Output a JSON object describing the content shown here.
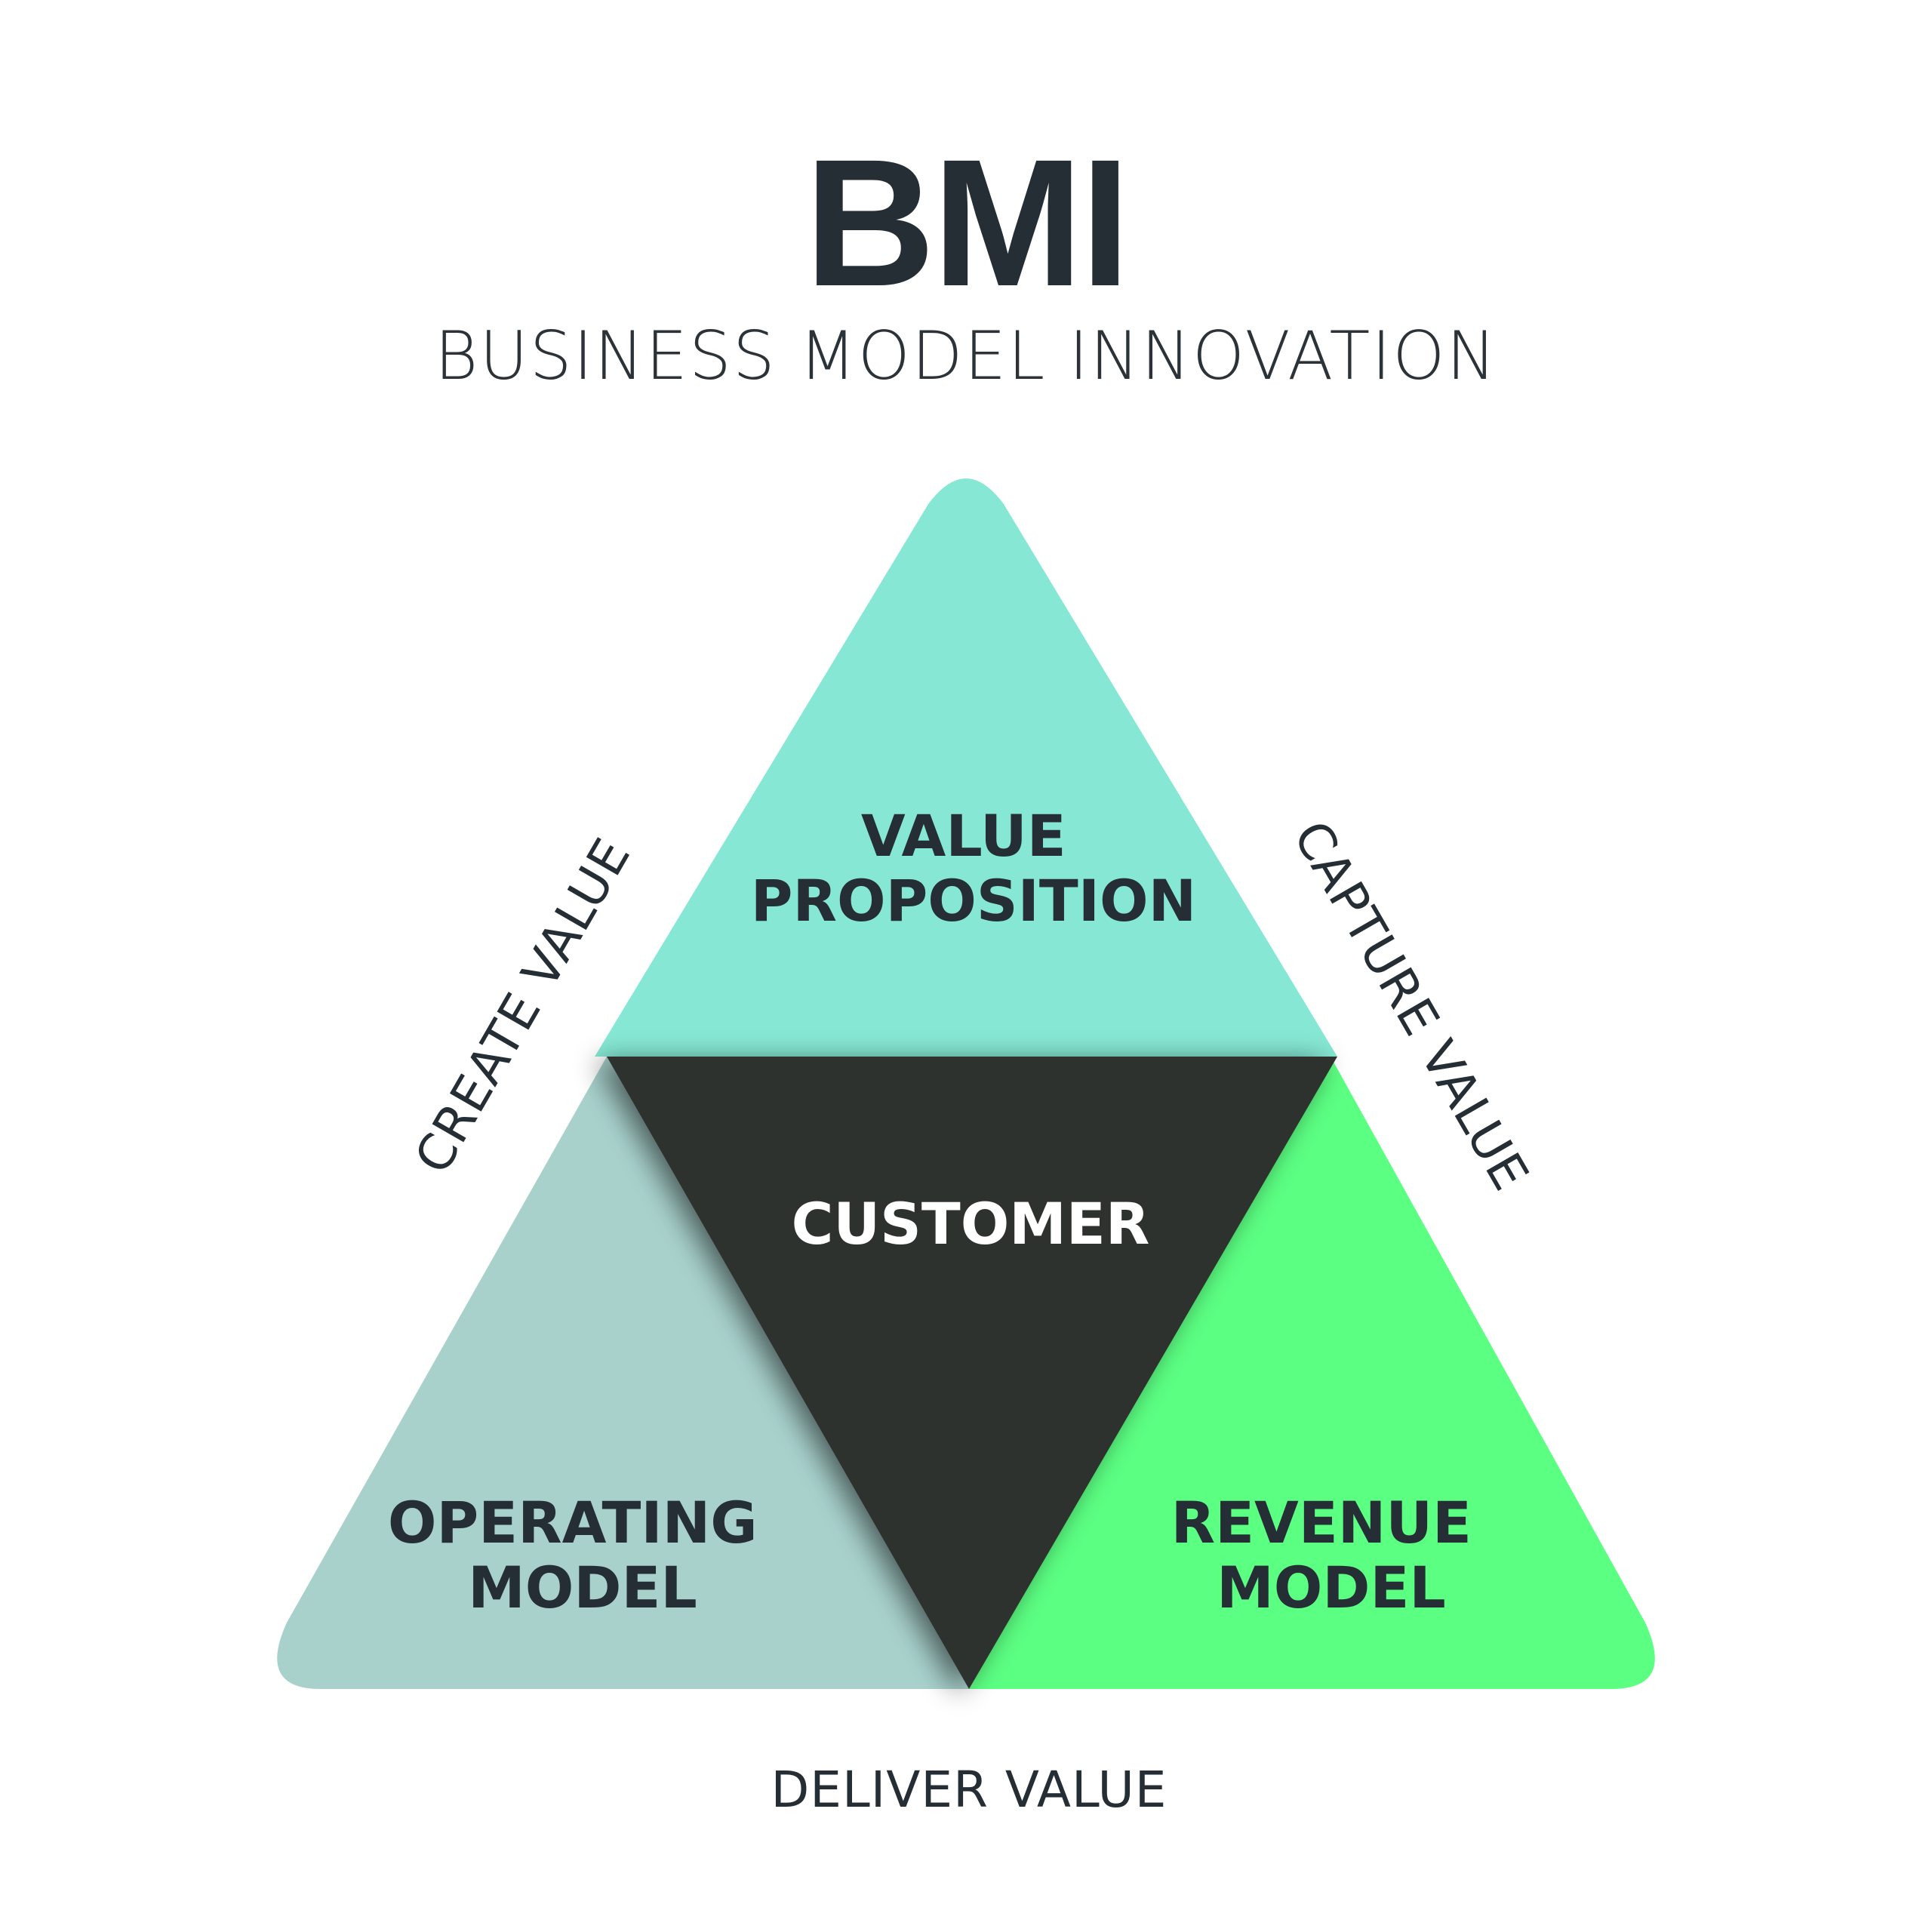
{
  "header": {
    "title": "BMI",
    "subtitle": "BUSINESS MODEL INNOVATION"
  },
  "sections": {
    "top": {
      "line1": "VALUE",
      "line2": "PROPOSITION"
    },
    "center": {
      "label": "CUSTOMER"
    },
    "left": {
      "line1": "OPERATING",
      "line2": "MODEL"
    },
    "right": {
      "line1": "REVENUE",
      "line2": "MODEL"
    }
  },
  "edges": {
    "left": "CREATE VALUE",
    "right": "CAPTURE VALUE",
    "bottom": "DELIVER VALUE"
  },
  "colors": {
    "title": "#252e35",
    "subtitle": "#2c3338",
    "top_section": "#86e8d4",
    "left_section": "#a8d1cc",
    "right_section": "#5bff82",
    "center_section": "#2d312e",
    "dark_text": "#252e35",
    "light_text": "#ffffff"
  }
}
